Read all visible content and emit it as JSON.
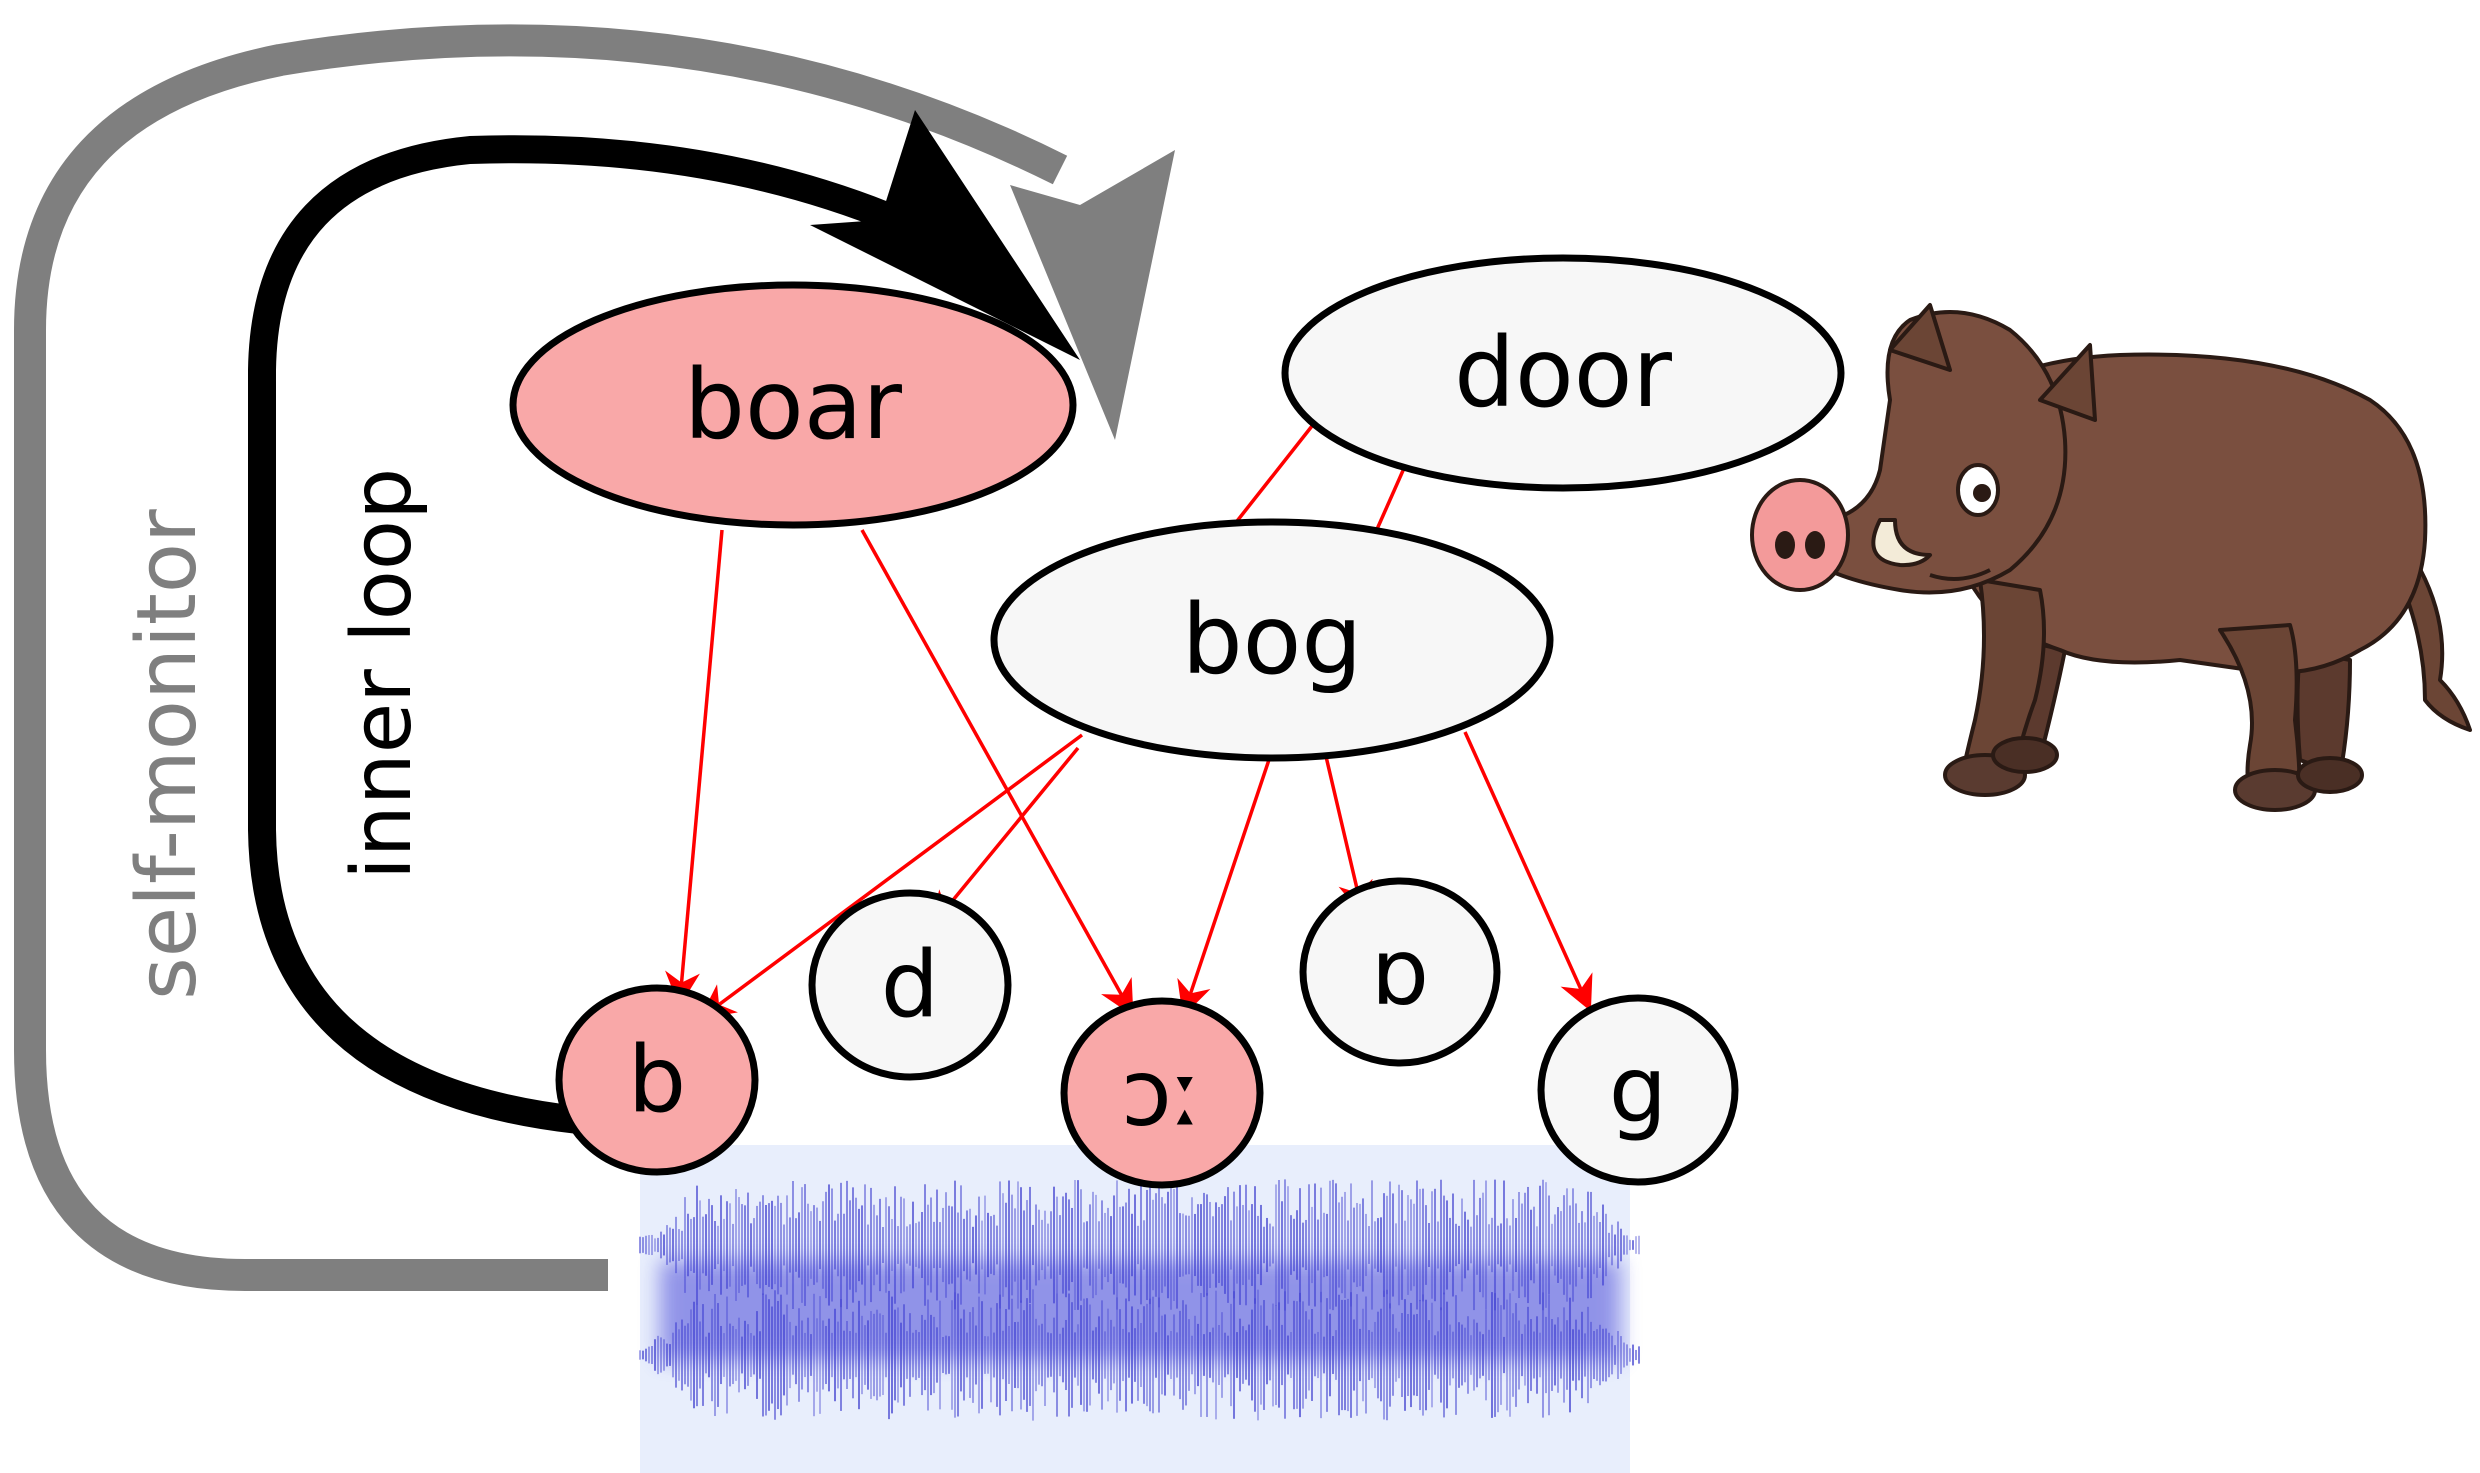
{
  "loops": {
    "self_monitor": "self-monitor",
    "inner_loop": "inner loop"
  },
  "words": {
    "boar": "boar",
    "door": "door",
    "bog": "bog"
  },
  "phonemes": {
    "b": "b",
    "d": "d",
    "or": "ɔː",
    "o": "ɒ",
    "g": "g"
  },
  "colors": {
    "activated_fill": "#f9a8a8",
    "inactive_fill": "#f7f7f7",
    "edge": "#ff0000",
    "inner_loop": "#000000",
    "self_monitor": "#808080",
    "waveform": "#3f3fcf",
    "waveform_bg": "#e8eefc",
    "boar_body": "#7a4f3f"
  },
  "icons": {
    "boar_picture": "wild-boar-illustration",
    "waveform": "speech-waveform"
  }
}
